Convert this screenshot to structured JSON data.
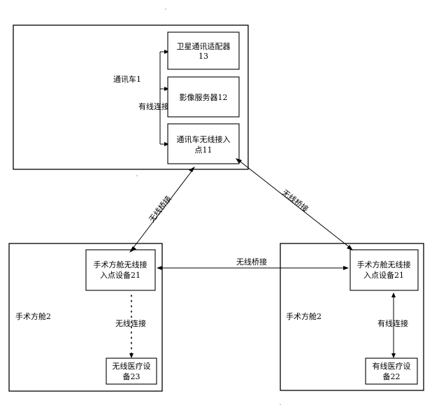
{
  "vehicle": {
    "label": "通讯车1",
    "wired_label": "有线连接",
    "satellite_adapter": {
      "line1": "卫星通讯适配器",
      "line2": "13"
    },
    "image_server": {
      "line1": "影像服务器12"
    },
    "vehicle_access_point": {
      "line1": "通讯车无线接入",
      "line2": "点11"
    }
  },
  "cabin_left": {
    "label": "手术方舱2",
    "access_point": {
      "line1": "手术方舱无线接",
      "line2": "入点设备21"
    },
    "link_label": "无线连接",
    "device": {
      "line1": "无线医疗设",
      "line2": "备23"
    }
  },
  "cabin_right": {
    "label": "手术方舱2",
    "access_point": {
      "line1": "手术方舱无线接",
      "line2": "入点设备21"
    },
    "link_label": "有线连接",
    "device": {
      "line1": "有线医疗设",
      "line2": "备22"
    }
  },
  "bridges": {
    "left": "无线桥接",
    "right": "无线桥接",
    "middle": "无线桥接"
  }
}
